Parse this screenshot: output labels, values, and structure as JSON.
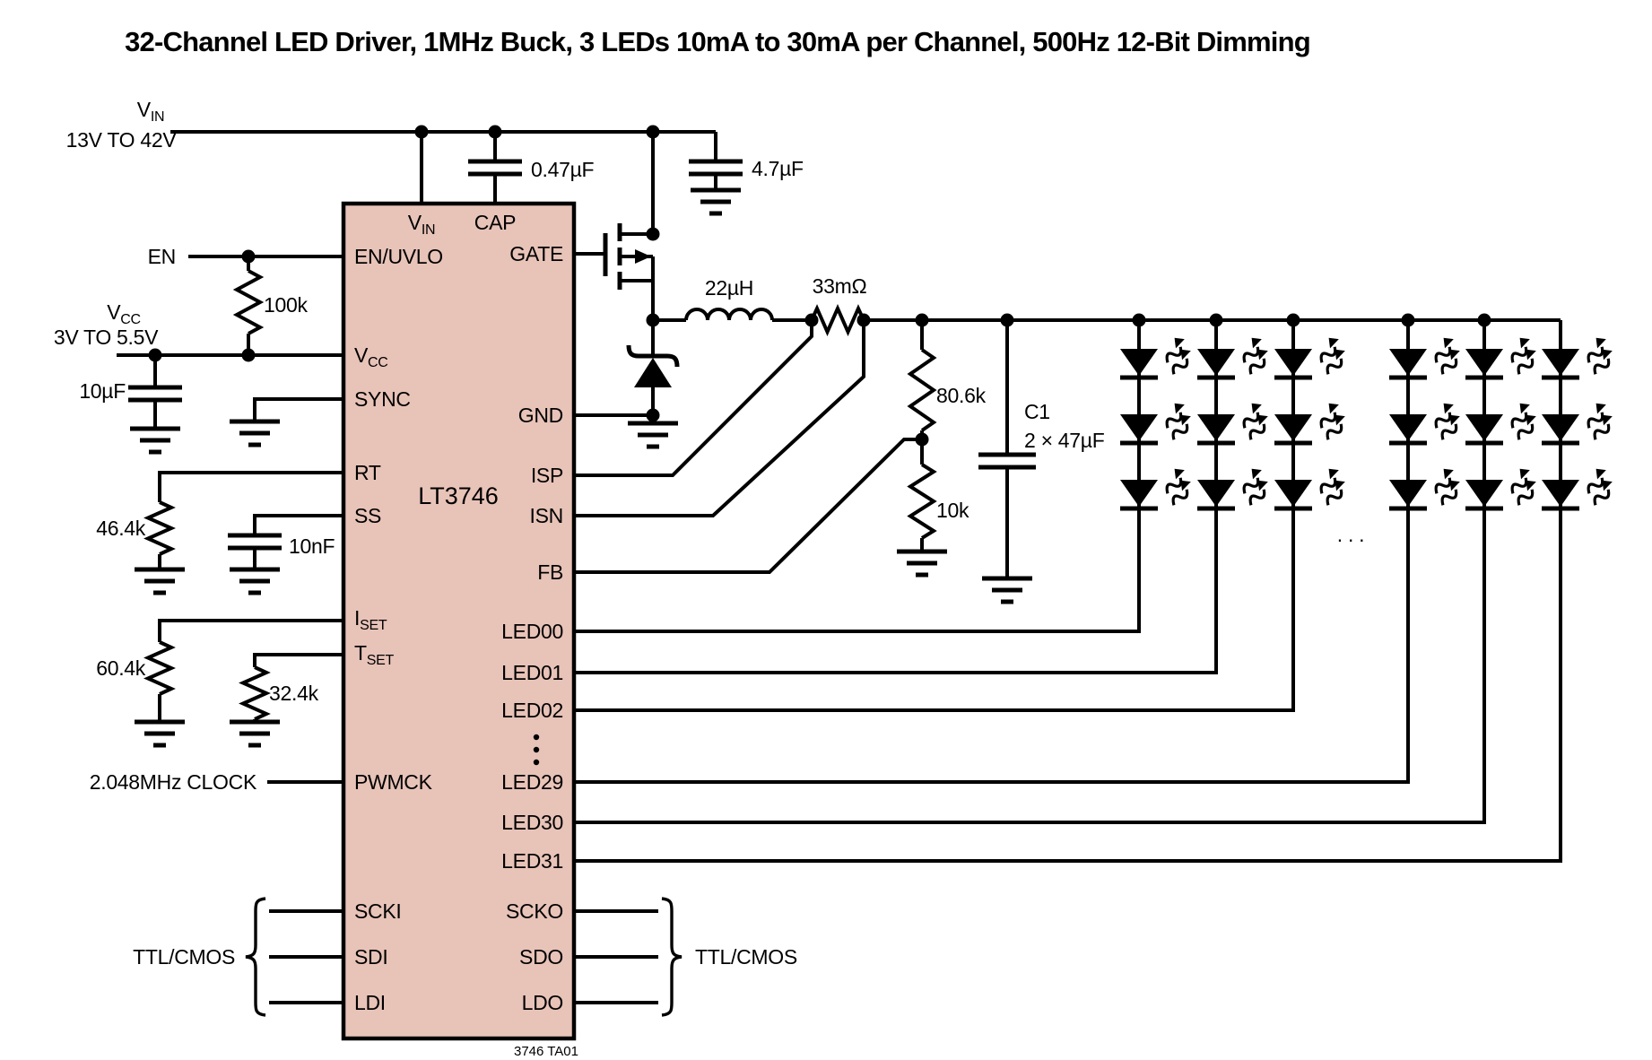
{
  "title": "32-Channel LED Driver, 1MHz Buck, 3 LEDs 10mA to 30mA per Channel, 500Hz 12-Bit Dimming",
  "colors": {
    "ic_fill": "#e8c3b8",
    "line": "#000000",
    "background": "#ffffff"
  },
  "ic": {
    "name": "LT3746",
    "ref_note": "3746 TA01",
    "pins": {
      "vin": {
        "base": "V",
        "sub": "IN"
      },
      "cap": "CAP",
      "en_uvlo": "EN/UVLO",
      "vcc": {
        "base": "V",
        "sub": "CC"
      },
      "sync": "SYNC",
      "rt": "RT",
      "ss": "SS",
      "iset": {
        "base": "I",
        "sub": "SET"
      },
      "tset": {
        "base": "T",
        "sub": "SET"
      },
      "pwmck": "PWMCK",
      "scki": "SCKI",
      "sdi": "SDI",
      "ldi": "LDI",
      "gate": "GATE",
      "gnd": "GND",
      "isp": "ISP",
      "isn": "ISN",
      "fb": "FB",
      "led00": "LED00",
      "led01": "LED01",
      "led02": "LED02",
      "led29": "LED29",
      "led30": "LED30",
      "led31": "LED31",
      "scko": "SCKO",
      "sdo": "SDO",
      "ldo": "LDO"
    }
  },
  "supplies": {
    "vin": {
      "base": "V",
      "sub": "IN",
      "range": "13V TO 42V"
    },
    "vcc": {
      "base": "V",
      "sub": "CC",
      "range": "3V TO 5.5V"
    },
    "en": "EN",
    "clock": "2.048MHz CLOCK",
    "ttl_left": "TTL/CMOS",
    "ttl_right": "TTL/CMOS"
  },
  "components": {
    "cap_pin_cap": "0.47µF",
    "input_cap": "4.7µF",
    "vcc_cap": "10µF",
    "en_divider": "100k",
    "rt_resistor": "46.4k",
    "ss_cap": "10nF",
    "iset_resistor": "60.4k",
    "tset_resistor": "32.4k",
    "inductor": "22µH",
    "sense_resistor": "33mΩ",
    "fb_top": "80.6k",
    "fb_bottom": "10k",
    "out_cap_name": "C1",
    "out_cap_value": "2 × 47µF"
  },
  "led_array": {
    "ellipsis": ". . .",
    "strings": 6,
    "leds_per_string": 3
  }
}
